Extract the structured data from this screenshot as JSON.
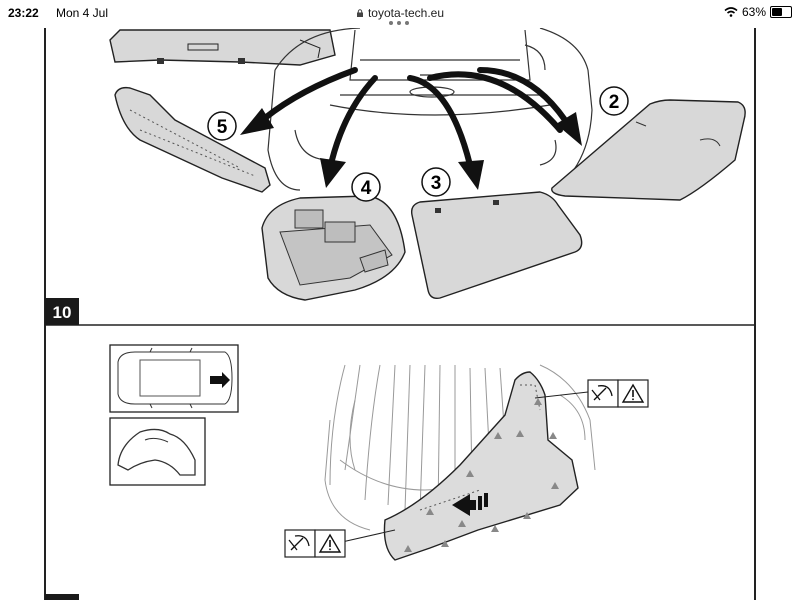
{
  "status_bar": {
    "time": "23:22",
    "date": "Mon 4 Jul",
    "url": "toyota-tech.eu",
    "battery_text": "63%",
    "battery_level": 0.63
  },
  "steps": {
    "step_10_label": "10"
  },
  "parts": {
    "label_2": "2",
    "label_3": "3",
    "label_4": "4",
    "label_5": "5"
  },
  "icons": [
    "lock-icon",
    "wifi-icon",
    "battery-icon",
    "clip-tool-icon",
    "warning-icon",
    "hand-icon"
  ],
  "colors": {
    "part_fill": "#d8d8d8",
    "line": "#222222",
    "step_badge": "#1a1a1a"
  }
}
